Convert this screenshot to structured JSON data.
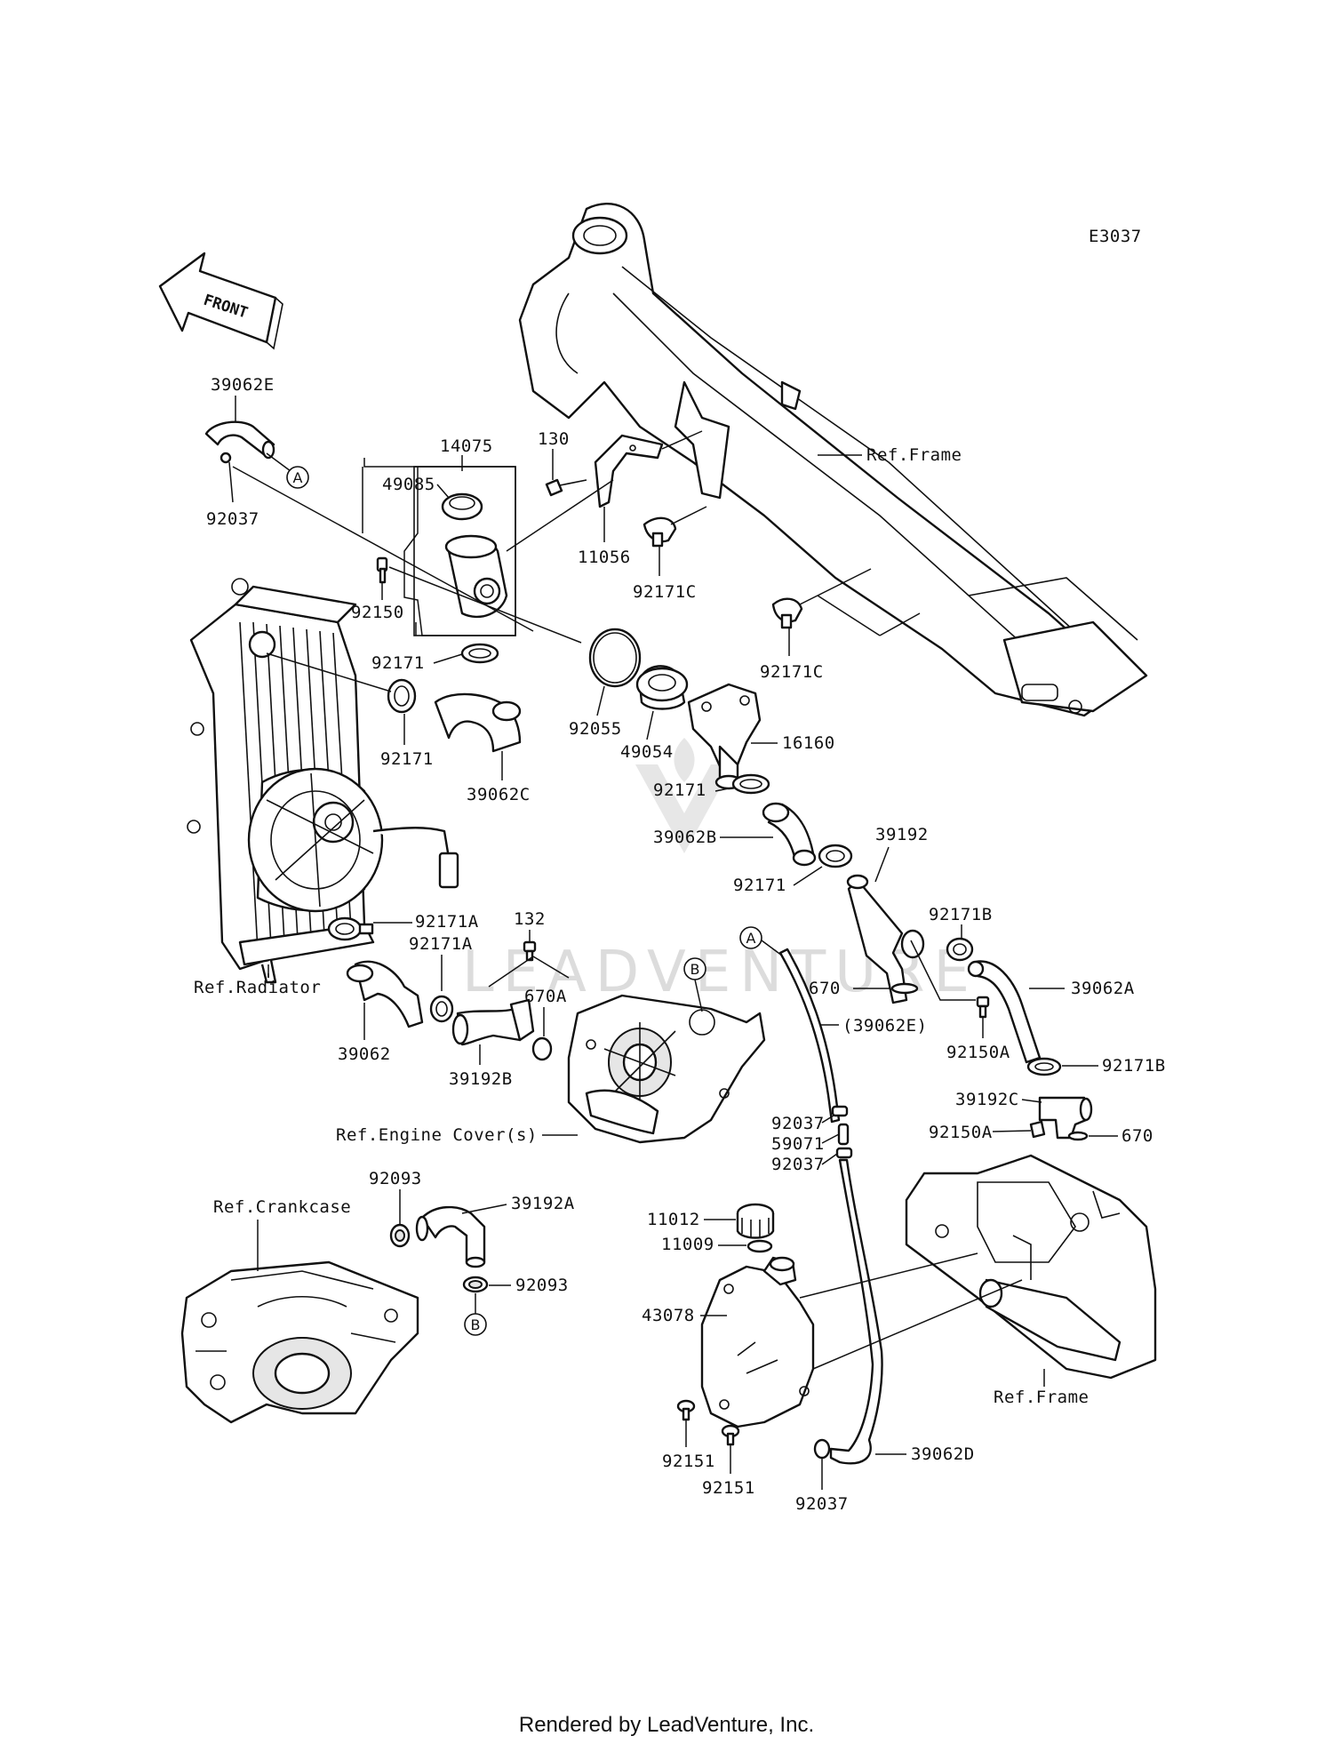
{
  "diagram": {
    "code": "E3037",
    "front_label": "FRONT",
    "watermark": "LEADVENTURE",
    "footer": "Rendered by LeadVenture, Inc.",
    "references": {
      "frame_upper": "Ref.Frame",
      "radiator": "Ref.Radiator",
      "engine_cover": "Ref.Engine Cover(s)",
      "crankcase": "Ref.Crankcase",
      "frame_lower": "Ref.Frame"
    },
    "connectors": {
      "a1": "A",
      "a2": "A",
      "b1": "B",
      "b2": "B"
    },
    "parts": {
      "p39062E": "39062E",
      "p92037_top": "92037",
      "p14075": "14075",
      "p49085": "49085",
      "p92150": "92150",
      "p130": "130",
      "p11056": "11056",
      "p92171C_a": "92171C",
      "p92171C_b": "92171C",
      "p92171_a": "92171",
      "p92171_b": "92171",
      "p39062C": "39062C",
      "p92055": "92055",
      "p49054": "49054",
      "p16160": "16160",
      "p92171_c": "92171",
      "p39062B": "39062B",
      "p92171_d": "92171",
      "p39192": "39192",
      "p92171B_a": "92171B",
      "p92171A_a": "92171A",
      "p92171A_b": "92171A",
      "p132": "132",
      "p670A": "670A",
      "p39062": "39062",
      "p39192B": "39192B",
      "p670": "670",
      "p39062E_paren": "(39062E)",
      "p92150A_a": "92150A",
      "p39062A": "39062A",
      "p92171B_b": "92171B",
      "p39192C": "39192C",
      "p92150A_b": "92150A",
      "p670_b": "670",
      "p92037_a": "92037",
      "p59071": "59071",
      "p92037_b": "92037",
      "p92093_a": "92093",
      "p39192A": "39192A",
      "p92093_b": "92093",
      "p11012": "11012",
      "p11009": "11009",
      "p43078": "43078",
      "p92151_a": "92151",
      "p92151_b": "92151",
      "p92037_c": "92037",
      "p39062D": "39062D"
    }
  }
}
